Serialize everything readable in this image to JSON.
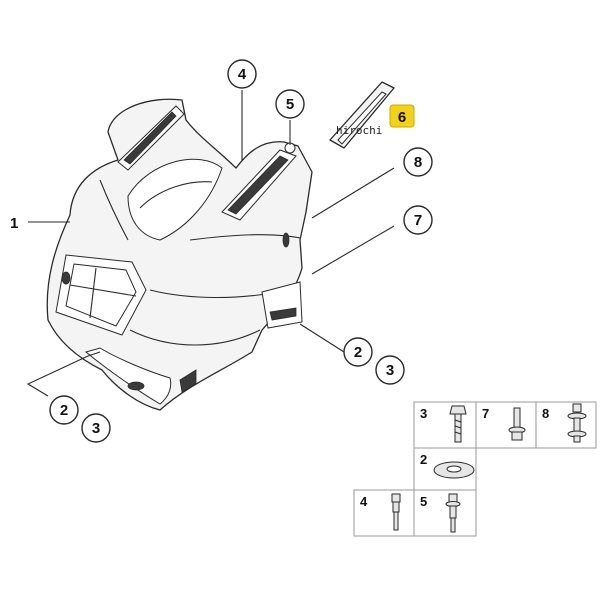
{
  "callouts": {
    "c1": "1",
    "c2a": "2",
    "c3a": "3",
    "c2b": "2",
    "c3b": "3",
    "c4": "4",
    "c5": "5",
    "c6": "6",
    "c7": "7",
    "c8": "8"
  },
  "watermark": "hirochi",
  "highlight_color": "#f2d21b",
  "hardware_table": {
    "cells": [
      {
        "num": "3"
      },
      {
        "num": "7"
      },
      {
        "num": "8"
      },
      {
        "num": "2"
      },
      {
        "num": "4"
      },
      {
        "num": "5"
      }
    ]
  }
}
